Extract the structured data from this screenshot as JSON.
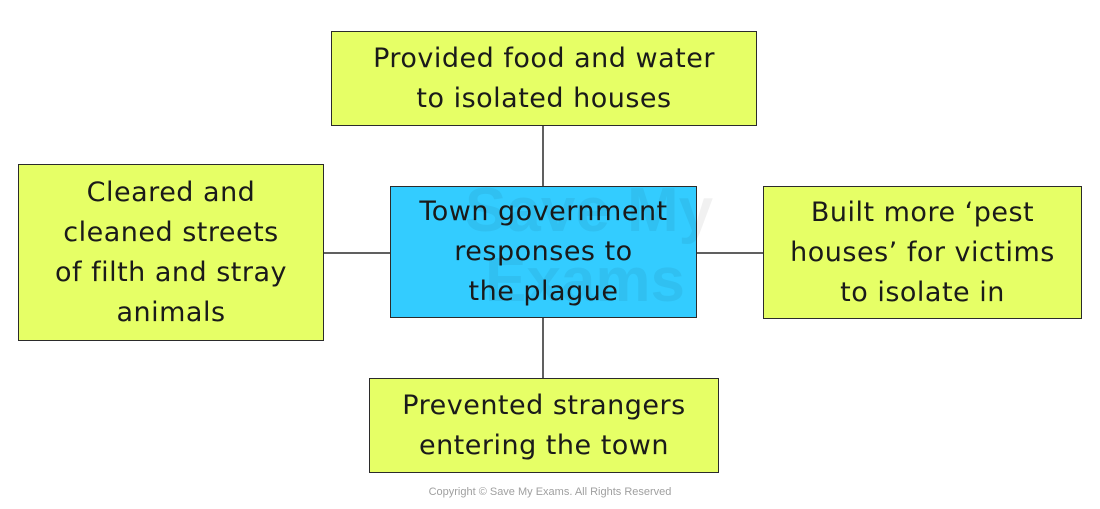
{
  "diagram": {
    "center": {
      "text": "Town government\nresponses to\nthe plague"
    },
    "top": {
      "text": "Provided food and water\nto isolated houses"
    },
    "left": {
      "text": "Cleared and\ncleaned streets\nof filth and stray\nanimals"
    },
    "right": {
      "text": "Built more ‘pest\nhouses’ for victims\nto isolate in"
    },
    "bottom": {
      "text": "Prevented strangers\nentering the town"
    }
  },
  "watermark": {
    "line1": "Save My",
    "line2": "Exams"
  },
  "footer": {
    "copyright": "Copyright © Save My Exams. All Rights Reserved"
  },
  "colors": {
    "outer_box_fill": "#e6ff66",
    "center_box_fill": "#33ccff",
    "border": "#2b2b2b"
  }
}
